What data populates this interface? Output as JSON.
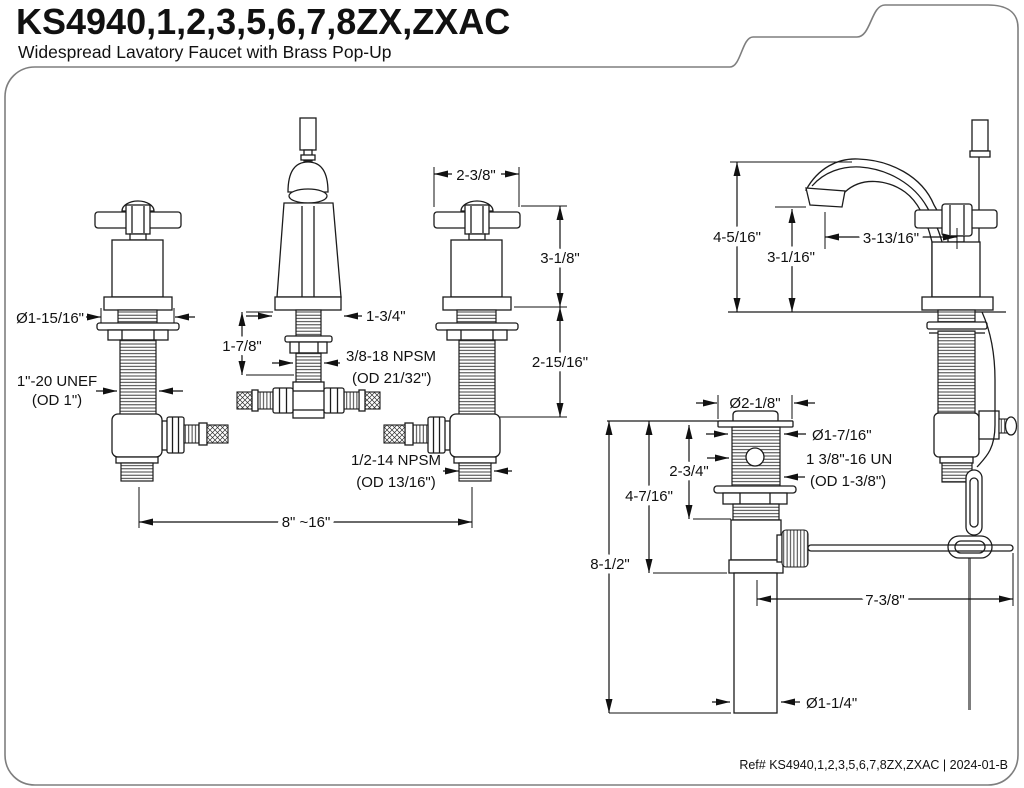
{
  "title": "KS4940,1,2,3,5,6,7,8ZX,ZXAC",
  "subtitle": "Widespread Lavatory Faucet with Brass Pop-Up",
  "footer": {
    "ref": "Ref# KS4940,1,2,3,5,6,7,8ZX,ZXAC | 2024-01-B"
  },
  "colors": {
    "line": "#1c1c1c",
    "frame": "#7e7e7e",
    "background": "#ffffff"
  },
  "dimensions": {
    "front": {
      "handle_flange_dia": "Ø1-15/16\"",
      "handle_shank_thread": "1\"-20 UNEF",
      "handle_shank_thread_od": "(OD 1\")",
      "handle_width": "2-3/8\"",
      "handle_height": "3-1/8\"",
      "shank_length": "2-15/16\"",
      "spout_shank_exposed": "1-7/8\"",
      "spout_flange_width": "1-3/4\"",
      "spout_shank_thread": "3/8-18 NPSM",
      "spout_shank_thread_od": "(OD 21/32\")",
      "valve_outlet_thread": "1/2-14 NPSM",
      "valve_outlet_thread_od": "(OD 13/16\")",
      "spread": "8\" ~16\""
    },
    "side": {
      "spout_height": "4-5/16\"",
      "outlet_height": "3-1/16\"",
      "spout_reach": "3-13/16\""
    },
    "drain": {
      "flange_dia": "Ø2-1/8\"",
      "body_dia": "Ø1-7/16\"",
      "body_length": "2-3/4\"",
      "body_thread": "1 3/8\"-16 UN",
      "body_thread_od": "(OD 1-3/8\")",
      "flange_to_tail": "4-7/16\"",
      "overall_length": "8-1/2\"",
      "rod_reach": "7-3/8\"",
      "tailpiece_dia": "Ø1-1/4\""
    }
  }
}
